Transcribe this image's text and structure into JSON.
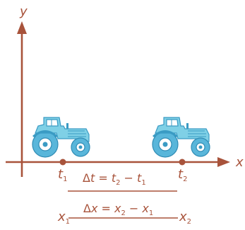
{
  "axes": {
    "x_label": "x",
    "y_label": "y"
  },
  "points": {
    "t1": {
      "main": "t",
      "sub": "1"
    },
    "t2": {
      "main": "t",
      "sub": "2"
    }
  },
  "eq_time": {
    "delta": "Δ",
    "lhs": "t",
    "equals": " = ",
    "a_main": "t",
    "a_sub": "2",
    "minus": " − ",
    "b_main": "t",
    "b_sub": "1"
  },
  "eq_pos": {
    "delta": "Δ",
    "lhs": "x",
    "equals": " = ",
    "a_main": "x",
    "a_sub": "2",
    "minus": " − ",
    "b_main": "x",
    "b_sub": "1"
  },
  "ends": {
    "x1": {
      "main": "x",
      "sub": "1"
    },
    "x2": {
      "main": "x",
      "sub": "2"
    }
  },
  "colors": {
    "axis": "#a8533b",
    "tractor": "#7fd0e6"
  },
  "icons": [
    "tractor-icon",
    "tractor-icon"
  ]
}
